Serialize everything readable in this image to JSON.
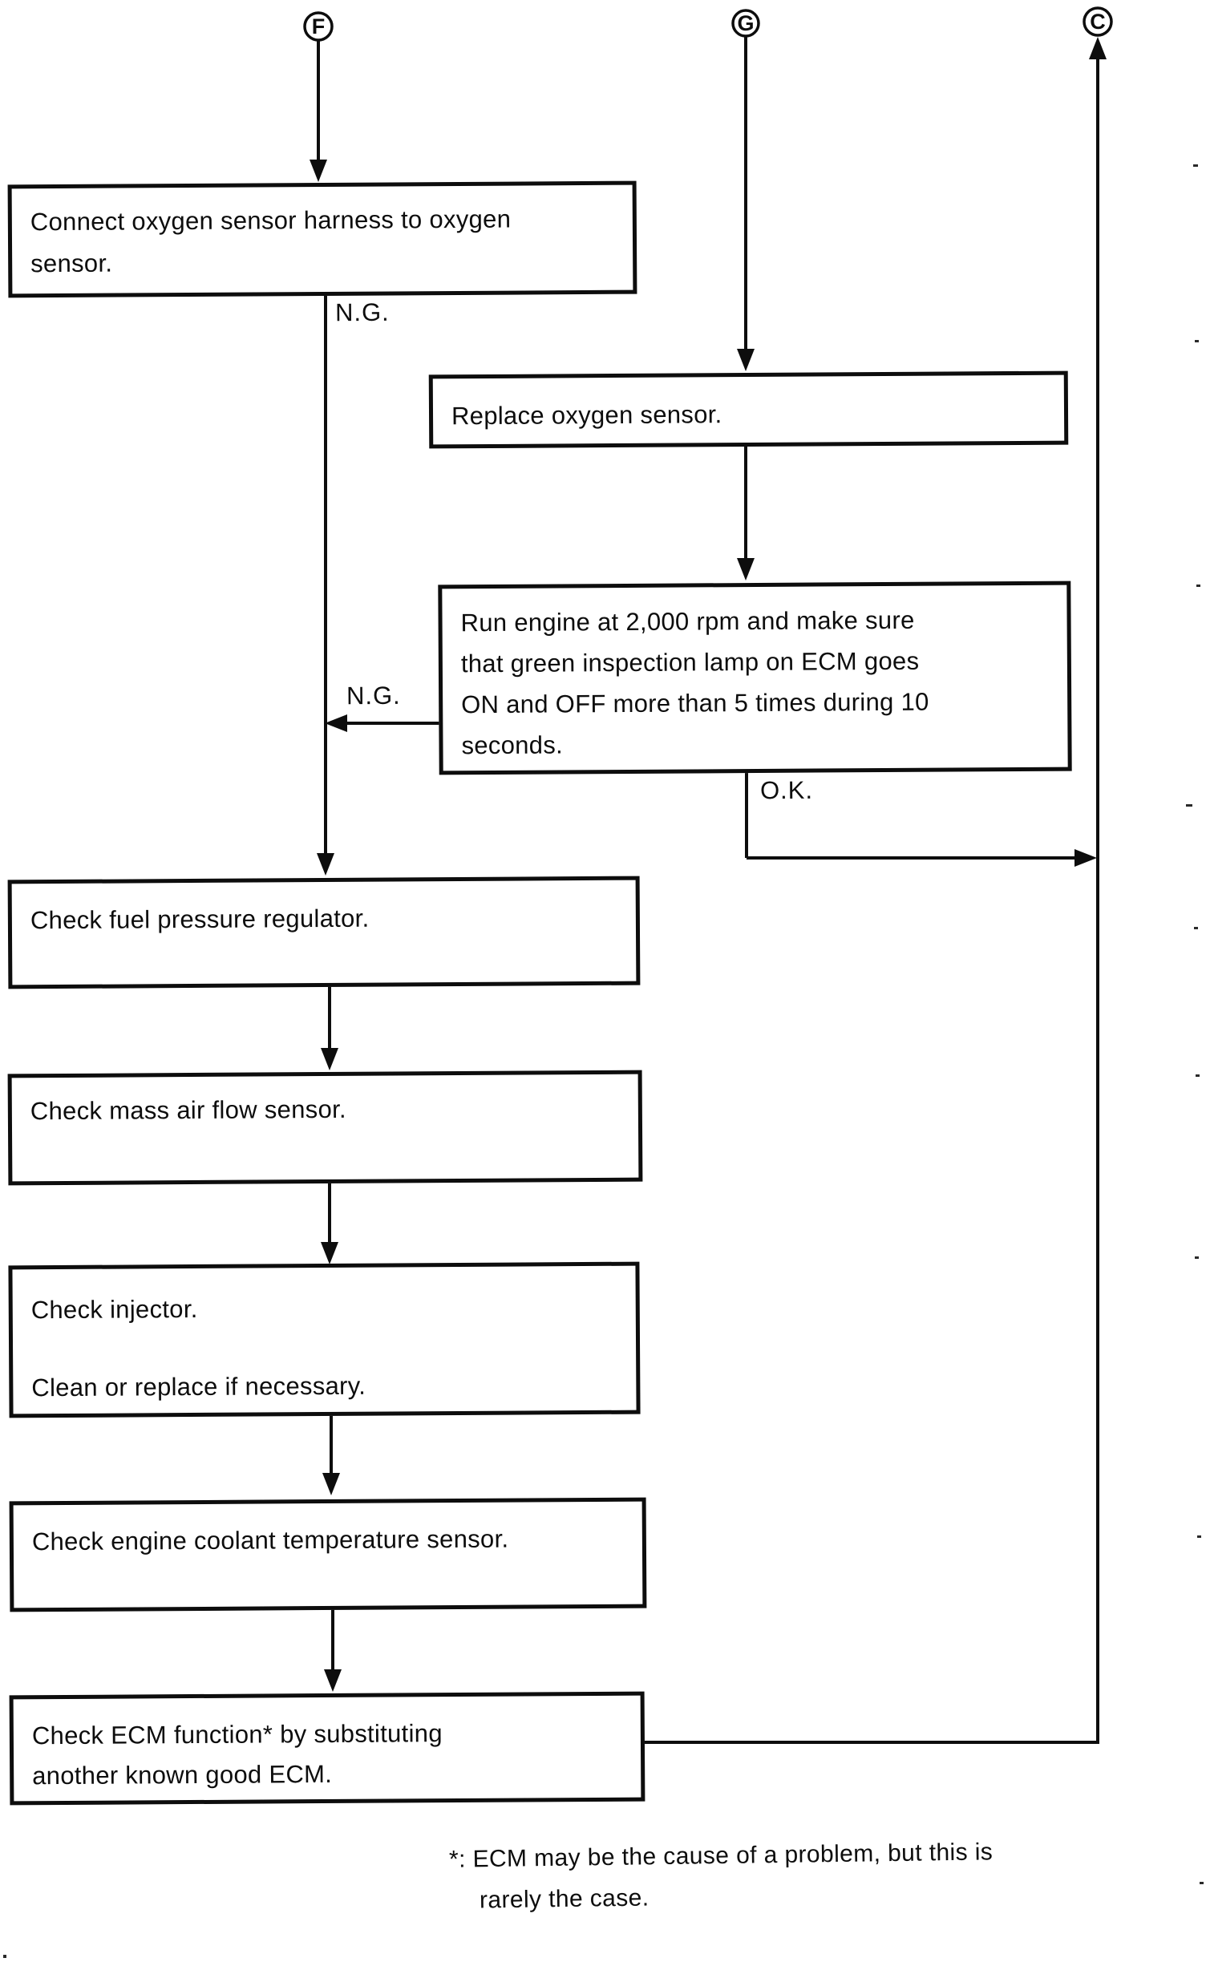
{
  "terminals": {
    "f": "F",
    "g": "G",
    "c": "C"
  },
  "edge_labels": {
    "ng_connect": "N.G.",
    "ng_run": "N.G.",
    "ok_run": "O.K."
  },
  "boxes": {
    "connect": {
      "lines": [
        "Connect oxygen sensor harness to oxygen",
        "sensor."
      ]
    },
    "replace": {
      "lines": [
        "Replace oxygen sensor."
      ]
    },
    "run": {
      "lines": [
        "Run engine at 2,000 rpm and make sure",
        "that green inspection lamp on ECM goes",
        "ON and OFF more than 5 times during 10",
        "seconds."
      ]
    },
    "fuel": {
      "lines": [
        "Check fuel pressure regulator."
      ]
    },
    "maf": {
      "lines": [
        "Check mass air flow sensor."
      ]
    },
    "injector": {
      "lines": [
        "Check injector.",
        "Clean or replace if necessary."
      ]
    },
    "coolant": {
      "lines": [
        "Check engine coolant temperature sensor."
      ]
    },
    "ecm": {
      "lines": [
        "Check ECM function* by substituting",
        "another known good ECM."
      ]
    }
  },
  "footnote": {
    "lines": [
      "*: ECM may be the cause of a problem, but this is",
      "rarely the case."
    ]
  },
  "colors": {
    "ink": "#0d0d0d",
    "paper": "#ffffff"
  }
}
